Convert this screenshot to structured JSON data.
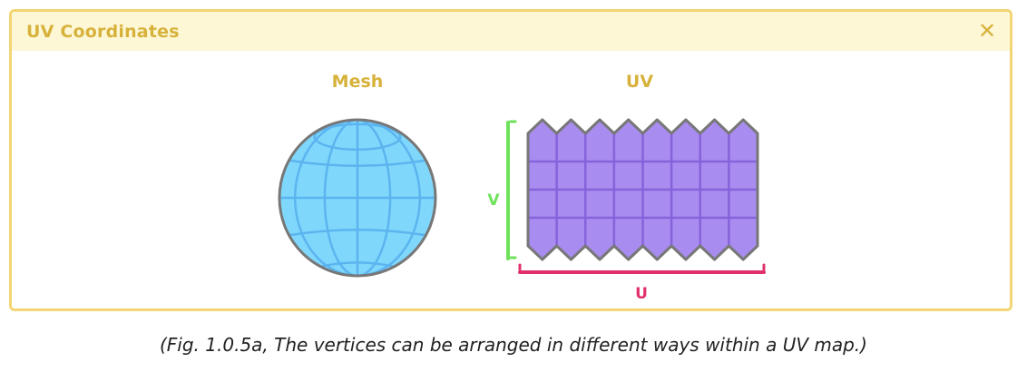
{
  "panel": {
    "title": "UV Coordinates",
    "close_glyph": "✕",
    "close_icon": "close-icon"
  },
  "diagram": {
    "mesh_label": "Mesh",
    "uv_label": "UV",
    "v_axis_label": "V",
    "u_axis_label": "U",
    "mesh_grid": {
      "meridians": 4,
      "parallels": 3
    },
    "uv_grid": {
      "columns": 8,
      "rows": 4,
      "top_edge": "zigzag",
      "bottom_edge": "zigzag"
    },
    "colors": {
      "label": "#d7b23b",
      "sphere_fill": "#7fd8fb",
      "sphere_lines": "#5bb4ef",
      "outline": "#777777",
      "uv_fill": "#a98cf0",
      "uv_lines": "#8563da",
      "v_axis": "#6ee25a",
      "u_axis": "#e0306e"
    }
  },
  "caption": "(Fig. 1.0.5a, The vertices can be arranged in different ways within a UV map.)"
}
